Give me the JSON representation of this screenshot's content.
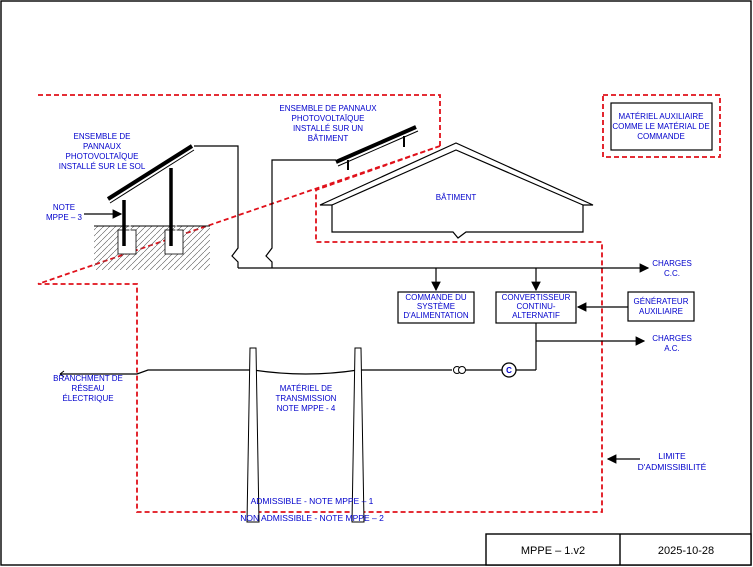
{
  "labels": {
    "ground_array": [
      "ENSEMBLE DE",
      "PANNAUX",
      "PHOTOVOLTAÏQUE",
      "INSTALLÉ SUR LE SOL"
    ],
    "roof_array": [
      "ENSEMBLE DE PANNAUX",
      "PHOTOVOLTAÏQUE",
      "INSTALLÉ SUR UN",
      "BÂTIMENT"
    ],
    "note3": [
      "NOTE",
      "MPPE – 3"
    ],
    "building": "BÂTIMENT",
    "aux_material": [
      "MATÉRIEL AUXILIAIRE",
      "COMME LE MATÉRIAL DE",
      "COMMANDE"
    ],
    "dc_loads": [
      "CHARGES",
      "C.C."
    ],
    "ac_loads": [
      "CHARGES",
      "A.C."
    ],
    "power_control": [
      "COMMANDE DU",
      "SYSTÈME",
      "D'ALIMENTATION"
    ],
    "inverter": [
      "CONVERTISSEUR",
      "CONTINU-",
      "ALTERNATIF"
    ],
    "aux_generator": [
      "GÉNÉRATEUR",
      "AUXILIAIRE"
    ],
    "grid_connection": [
      "BRANCHMENT DE",
      "RÉSEAU",
      "ÉLECTRIQUE"
    ],
    "transmission": [
      "MATÉRIEL DE",
      "TRANSMISSION",
      "NOTE MPPE - 4"
    ],
    "eligibility_limit": [
      "LIMITE",
      "D'ADMISSIBILITÉ"
    ],
    "admissible": "ADMISSIBLE - NOTE MPPE – 1",
    "non_admissible": "NON ADMISSIBLE - NOTE MPPE – 2",
    "meter_symbol": "C"
  },
  "footer": {
    "doc_id": "MPPE – 1.v2",
    "date": "2025-10-28"
  },
  "colors": {
    "label_blue": "#0000cc",
    "limit_red": "#e0101a",
    "line_black": "#000000"
  }
}
